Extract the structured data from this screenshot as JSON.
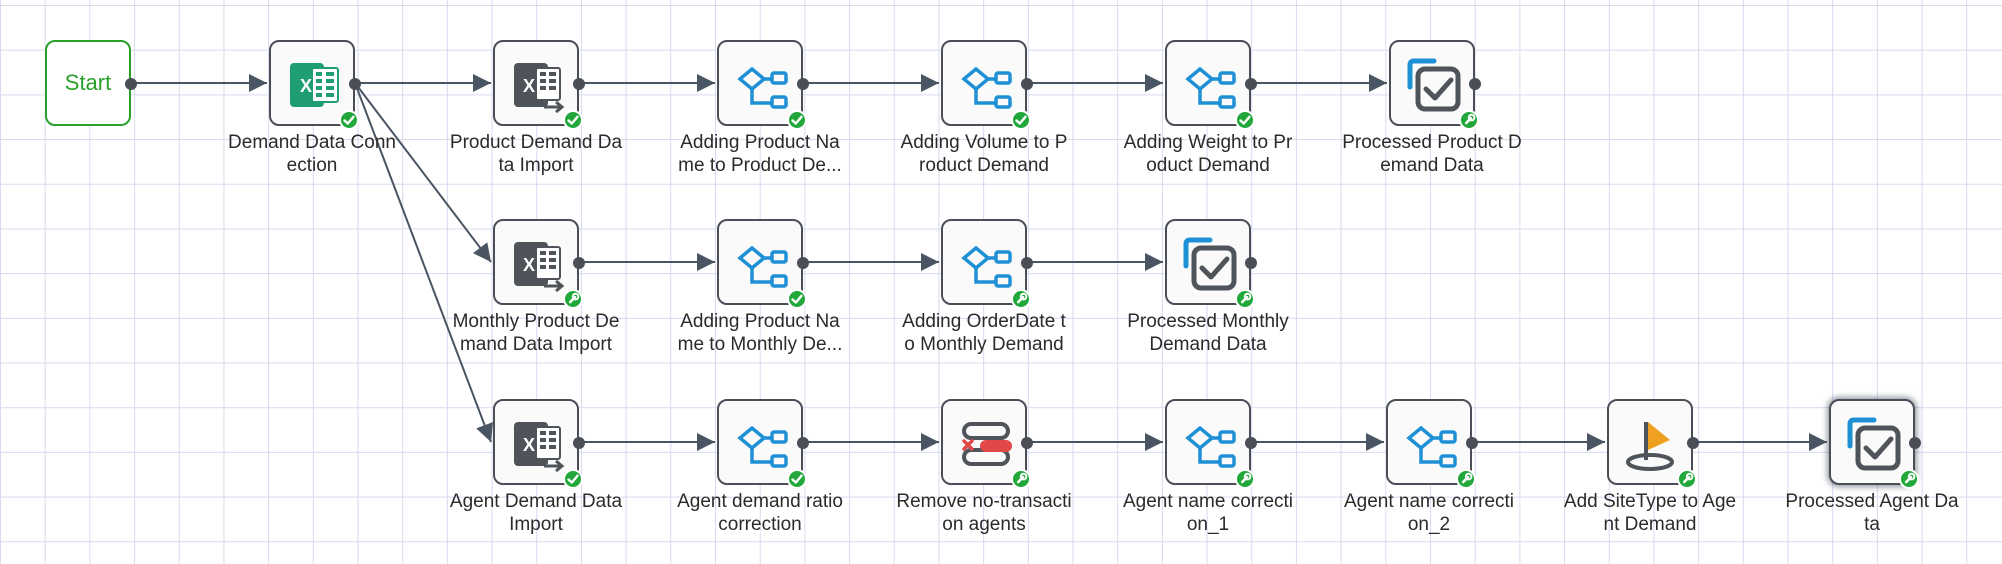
{
  "diagram": {
    "start_label": "Start",
    "nodes": [
      {
        "id": "start",
        "type": "start",
        "label": "Start",
        "status": "",
        "selected": false
      },
      {
        "id": "n1",
        "type": "excel",
        "label": "Demand Data Conn\nection",
        "status": "success"
      },
      {
        "id": "n2",
        "type": "import",
        "label": "Product Demand Da\nta Import",
        "status": "success"
      },
      {
        "id": "n3",
        "type": "join",
        "label": "Adding Product Na\nme to Product De...",
        "status": "success"
      },
      {
        "id": "n4",
        "type": "join",
        "label": "Adding Volume to P\nroduct Demand",
        "status": "success"
      },
      {
        "id": "n5",
        "type": "join",
        "label": "Adding Weight to Pr\noduct Demand",
        "status": "success"
      },
      {
        "id": "n6",
        "type": "output",
        "label": "Processed Product D\nemand Data",
        "status": "configured"
      },
      {
        "id": "n7",
        "type": "import",
        "label": "Monthly Product De\nmand Data Import",
        "status": "configured"
      },
      {
        "id": "n8",
        "type": "join",
        "label": "Adding Product Na\nme to Monthly De...",
        "status": "success"
      },
      {
        "id": "n9",
        "type": "join",
        "label": "Adding OrderDate t\no Monthly Demand",
        "status": "configured"
      },
      {
        "id": "n10",
        "type": "output",
        "label": "Processed Monthly\nDemand Data",
        "status": "configured"
      },
      {
        "id": "n11",
        "type": "import",
        "label": "Agent Demand Data\nImport",
        "status": "success"
      },
      {
        "id": "n12",
        "type": "join",
        "label": "Agent demand ratio\ncorrection",
        "status": "success"
      },
      {
        "id": "n13",
        "type": "remove",
        "label": "Remove no-transacti\non agents",
        "status": "configured"
      },
      {
        "id": "n14",
        "type": "join",
        "label": "Agent name correcti\non_1",
        "status": "configured"
      },
      {
        "id": "n15",
        "type": "join",
        "label": "Agent name correcti\non_2",
        "status": "configured"
      },
      {
        "id": "n16",
        "type": "sitetype",
        "label": "Add SiteType to Age\nnt Demand",
        "status": "configured"
      },
      {
        "id": "n17",
        "type": "output",
        "label": "Processed Agent Da\nta",
        "status": "configured",
        "selected": true
      }
    ],
    "edges": [
      [
        "start",
        "n1"
      ],
      [
        "n1",
        "n2"
      ],
      [
        "n2",
        "n3"
      ],
      [
        "n3",
        "n4"
      ],
      [
        "n4",
        "n5"
      ],
      [
        "n5",
        "n6"
      ],
      [
        "n1",
        "n7"
      ],
      [
        "n7",
        "n8"
      ],
      [
        "n8",
        "n9"
      ],
      [
        "n9",
        "n10"
      ],
      [
        "n1",
        "n11"
      ],
      [
        "n11",
        "n12"
      ],
      [
        "n12",
        "n13"
      ],
      [
        "n13",
        "n14"
      ],
      [
        "n14",
        "n15"
      ],
      [
        "n15",
        "n16"
      ],
      [
        "n16",
        "n17"
      ]
    ],
    "colors": {
      "edge": "#4a5563",
      "success_badge": "#22a83a",
      "excel_green": "#1f9e73",
      "join_blue": "#1e90d6",
      "remove_red": "#e04848",
      "flag_orange": "#f0a020",
      "output_blue": "#1e90d6"
    }
  }
}
